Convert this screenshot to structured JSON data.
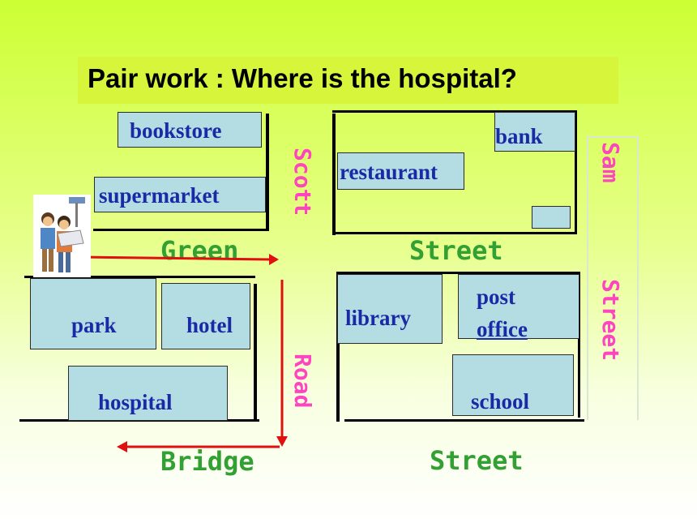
{
  "title": "Pair work : Where is the hospital?",
  "buildings": {
    "bookstore": "bookstore",
    "supermarket": "supermarket",
    "restaurant": "restaurant",
    "bank": "bank",
    "park": "park",
    "hotel": "hotel",
    "hospital": "hospital",
    "library": "library",
    "post_office_line1": "post",
    "post_office_line2": "office",
    "school": "school"
  },
  "streets": {
    "green": "Green",
    "street_top": "Street",
    "bridge": "Bridge",
    "street_bottom": "Street",
    "scott": "Scott",
    "road": "Road",
    "sam": "Sam",
    "sam_street": "Street"
  },
  "colors": {
    "building_fill": "#b4dde3",
    "building_label": "#1a2aa6",
    "street_label_green": "#33a033",
    "street_label_pink": "#ff44c0",
    "route_arrow": "#e01010"
  },
  "icons": {
    "people_figure": "two-children-with-map"
  }
}
